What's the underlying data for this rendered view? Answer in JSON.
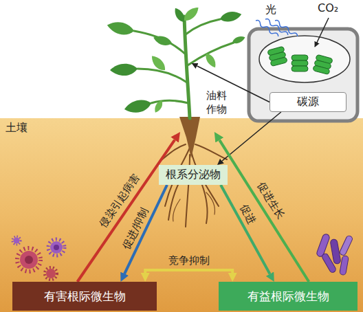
{
  "diagram": {
    "nodes": [
      {
        "text": [
          "碳源"
        ]
      },
      {
        "text": [
          "油料作物"
        ]
      },
      {
        "text": [
          "根系分泌物"
        ]
      },
      {
        "text": [
          "有害根际微生物"
        ]
      },
      {
        "text": [
          "有益根际微生物"
        ]
      }
    ],
    "edges": [
      {
        "from": 0,
        "to": 1,
        "arrow": "to"
      },
      {
        "from": 0,
        "to": 2,
        "arrow": "to"
      },
      {
        "from": 3,
        "to": 1,
        "label": "侵染引起病害",
        "arrow": "to"
      },
      {
        "from": 2,
        "to": 3,
        "label": "促进/抑制",
        "arrow": "to"
      },
      {
        "from": 4,
        "to": 1,
        "label": "促进生长",
        "arrow": "to"
      },
      {
        "from": 2,
        "to": 4,
        "label": "促进",
        "arrow": "to"
      },
      {
        "from": 3,
        "to": 4,
        "label": "竞争抑制",
        "arrow": "both"
      }
    ],
    "labels": [
      "光",
      "CO₂",
      "土壤"
    ]
  }
}
